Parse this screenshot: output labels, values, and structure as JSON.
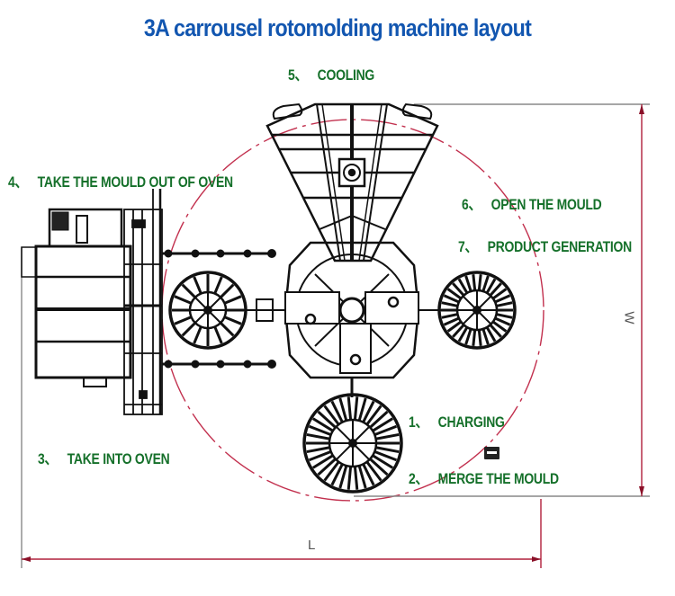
{
  "title": "3A carrousel rotomolding machine layout",
  "steps": [
    {
      "num": "1、",
      "label": "CHARGING"
    },
    {
      "num": "2、",
      "label": "MERGE THE MOULD"
    },
    {
      "num": "3、",
      "label": "TAKE INTO OVEN"
    },
    {
      "num": "4、",
      "label": "TAKE THE MOULD OUT OF OVEN"
    },
    {
      "num": "5、",
      "label": "COOLING"
    },
    {
      "num": "6、",
      "label": "OPEN THE MOULD"
    },
    {
      "num": "7、",
      "label": "PRODUCT GENERATION"
    }
  ],
  "dimensions": {
    "length_label": "L",
    "width_label": "W"
  },
  "colors": {
    "title": "#1256b0",
    "step_text": "#15702a",
    "dimension_line": "#b0203c",
    "drawing": "#111111"
  }
}
